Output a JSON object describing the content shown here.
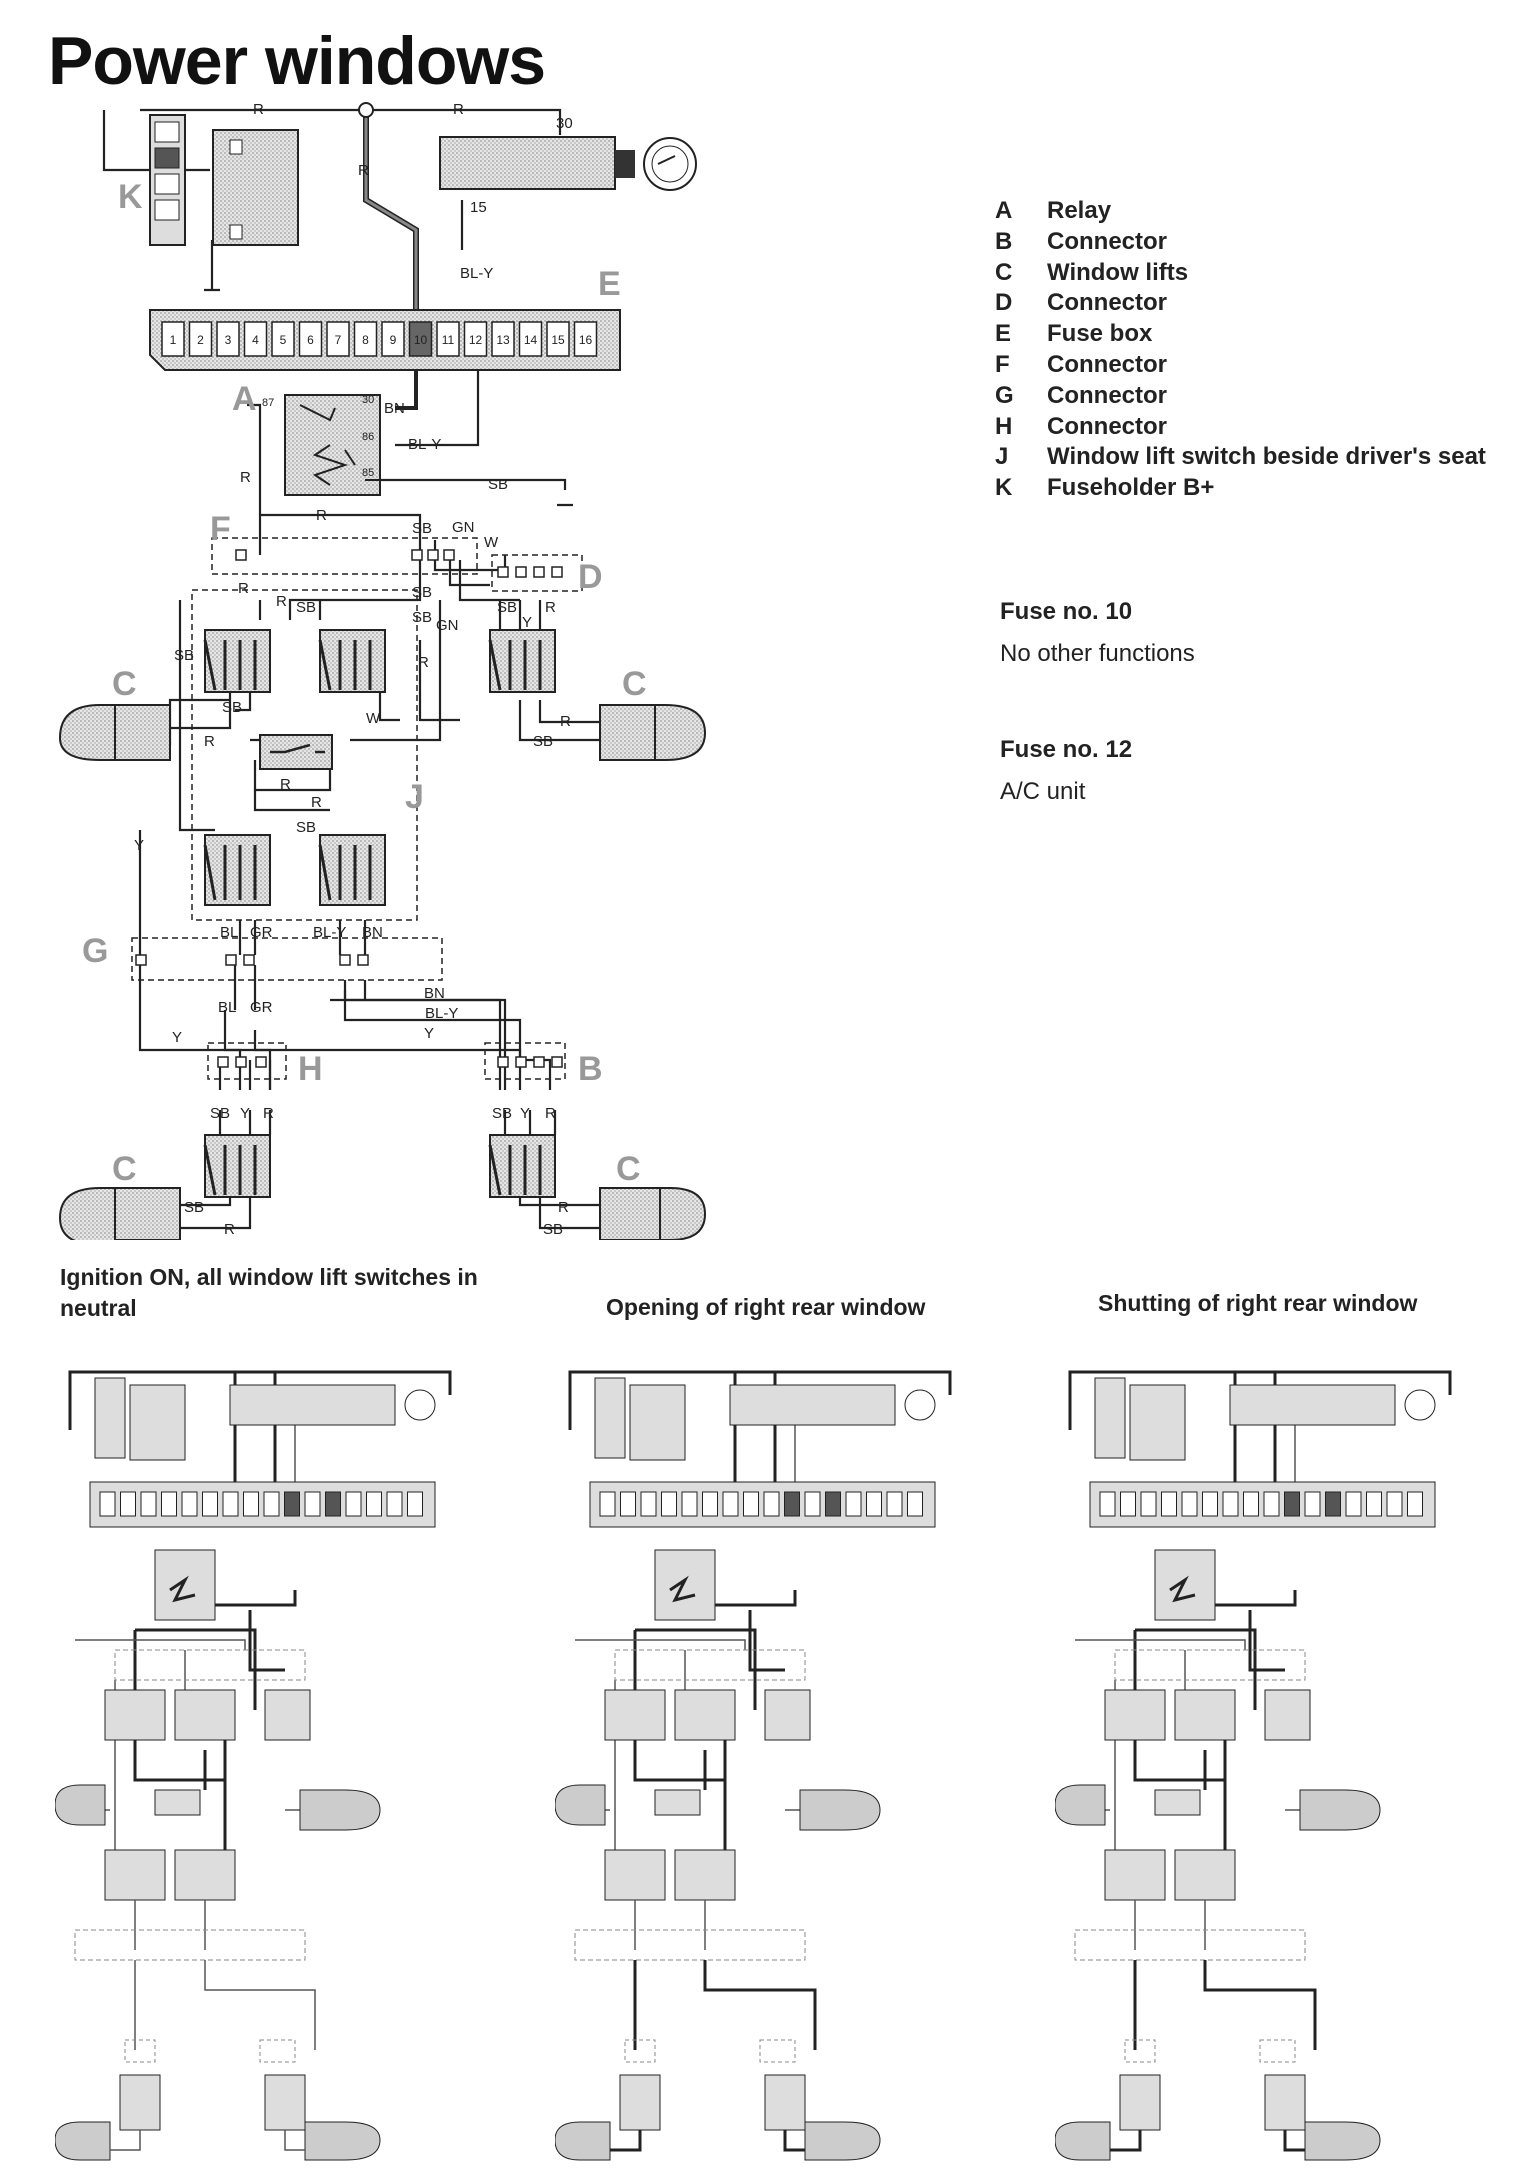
{
  "title": "Power windows",
  "legend": [
    {
      "letter": "A",
      "text": "Relay"
    },
    {
      "letter": "B",
      "text": "Connector"
    },
    {
      "letter": "C",
      "text": "Window lifts"
    },
    {
      "letter": "D",
      "text": "Connector"
    },
    {
      "letter": "E",
      "text": "Fuse box"
    },
    {
      "letter": "F",
      "text": "Connector"
    },
    {
      "letter": "G",
      "text": "Connector"
    },
    {
      "letter": "H",
      "text": "Connector"
    },
    {
      "letter": "J",
      "text": "Window lift switch beside driver's seat"
    },
    {
      "letter": "K",
      "text": "Fuseholder B+"
    }
  ],
  "fuses": [
    {
      "title": "Fuse no. 10",
      "text": "No other functions"
    },
    {
      "title": "Fuse no. 12",
      "text": "A/C unit"
    }
  ],
  "component_labels": {
    "A": "A",
    "B": "B",
    "C": "C",
    "D": "D",
    "E": "E",
    "F": "F",
    "G": "G",
    "H": "H",
    "J": "J",
    "K": "K"
  },
  "fuse_numbers": [
    "1",
    "2",
    "3",
    "4",
    "5",
    "6",
    "7",
    "8",
    "9",
    "10",
    "11",
    "12",
    "13",
    "14",
    "15",
    "16"
  ],
  "terminals": {
    "t30_switch": "30",
    "t15": "15",
    "t87": "87",
    "t30": "30",
    "t86": "86",
    "t85": "85"
  },
  "wires": {
    "r": "R",
    "bl_y": "BL-Y",
    "bn": "BN",
    "sb": "SB",
    "gn": "GN",
    "w": "W",
    "y": "Y",
    "bl": "BL",
    "gr": "GR"
  },
  "captions": {
    "neutral": "Ignition ON, all window lift switches in neutral",
    "opening": "Opening of right rear window",
    "shutting": "Shutting of right rear window"
  },
  "colors": {
    "ink": "#222222",
    "component_fill": "#d8d8d8",
    "label_grey": "#999999",
    "active": "#111111"
  }
}
